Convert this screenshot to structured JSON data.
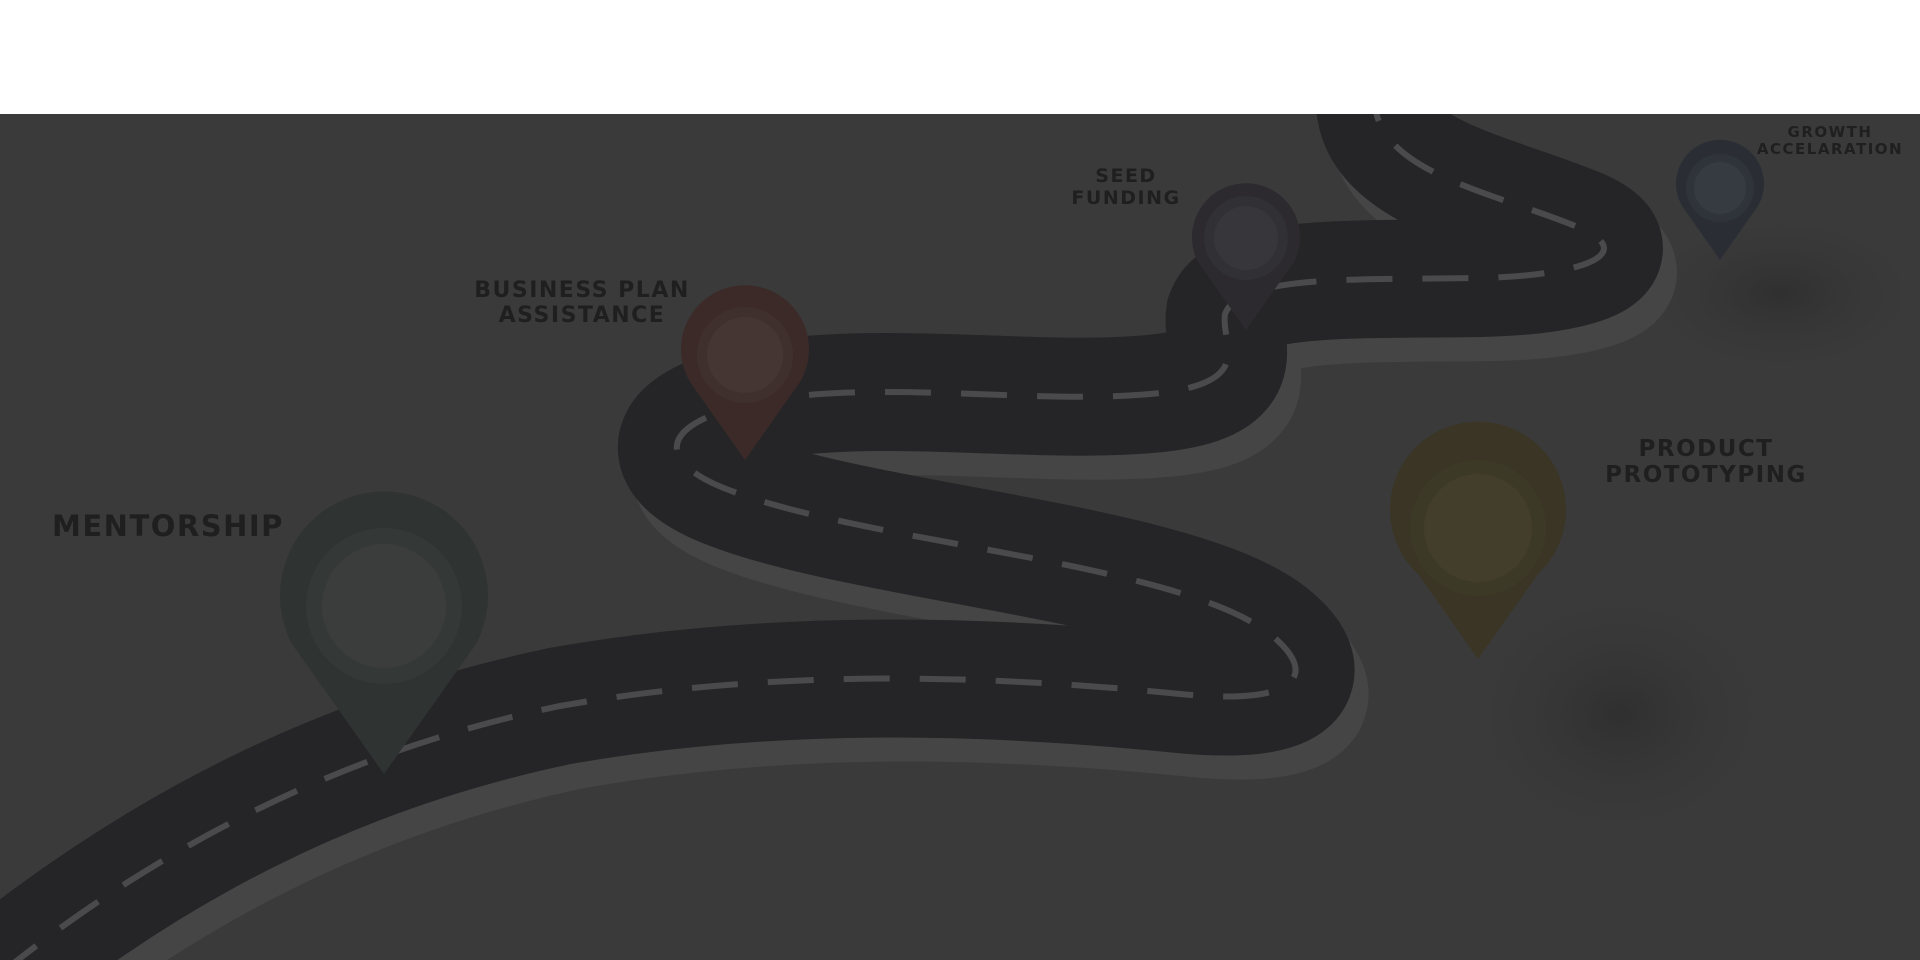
{
  "roadmap": {
    "milestones": [
      {
        "id": "mentorship",
        "label": "MENTORSHIP",
        "pin_color": "#2f3331"
      },
      {
        "id": "business-plan",
        "label_line1": "BUSINESS PLAN",
        "label_line2": "ASSISTANCE",
        "pin_color": "#3b2a28"
      },
      {
        "id": "seed-funding",
        "label_line1": "SEED",
        "label_line2": "FUNDING",
        "pin_color": "#2c2a2f"
      },
      {
        "id": "growth",
        "label_line1": "GROWTH",
        "label_line2": "ACCELARATION",
        "pin_color": "#2a2e34"
      },
      {
        "id": "product-prototyping",
        "label_line1": "PRODUCT",
        "label_line2": "PROTOTYPING",
        "pin_color": "#3a3524"
      }
    ],
    "colors": {
      "background": "#3a3a3a",
      "road": "#252527",
      "road_shoulder": "#424242",
      "lane_marking": "#4a4a4c",
      "label_text": "#1f1f1f"
    }
  }
}
